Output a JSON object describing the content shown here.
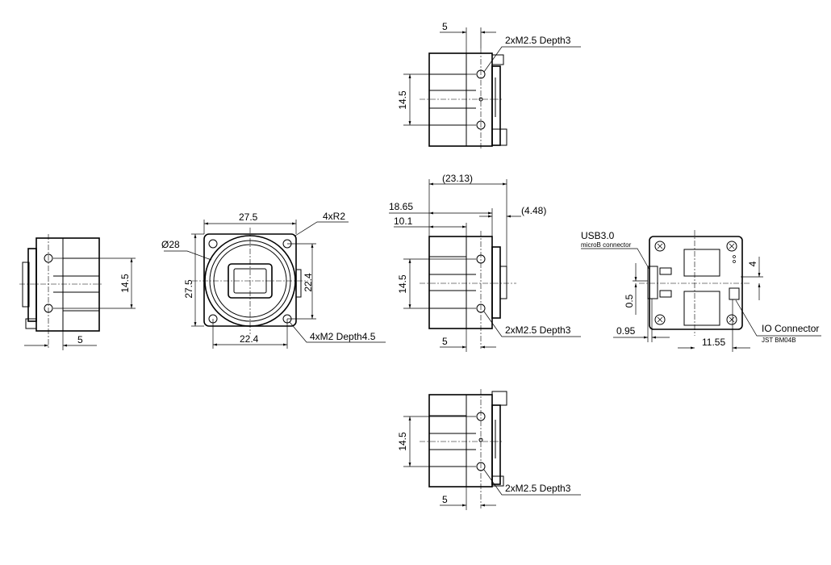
{
  "labels": {
    "top_dim_5": "5",
    "top_screw": "2xM2.5 Depth3",
    "top_dim_14_5": "14.5",
    "left_dim_14_5": "14.5",
    "left_dim_5": "5",
    "front_dia": "Ø28",
    "front_width": "27.5",
    "front_corner": "4xR2",
    "front_height": "27.5",
    "front_pitch_v": "22.4",
    "front_pitch_h": "22.4",
    "front_screw": "4xM2 Depth4.5",
    "side_len_total": "(23.13)",
    "side_len_body": "18.65",
    "side_len_front": "10.1",
    "side_len_conn": "(4.48)",
    "side_dim_14_5": "14.5",
    "side_dim_5": "5",
    "side_screw": "2xM2.5 Depth3",
    "bottom_dim_14_5": "14.5",
    "bottom_dim_5": "5",
    "bottom_screw": "2xM2.5 Depth3",
    "rear_usb": "USB3.0",
    "rear_usb_sub": "microB connector",
    "rear_dim_4": "4",
    "rear_dim_0_5": "0.5",
    "rear_dim_0_95": "0.95",
    "rear_dim_11_55": "11.55",
    "rear_io": "IO Connector",
    "rear_io_sub": "JST BM04B"
  }
}
